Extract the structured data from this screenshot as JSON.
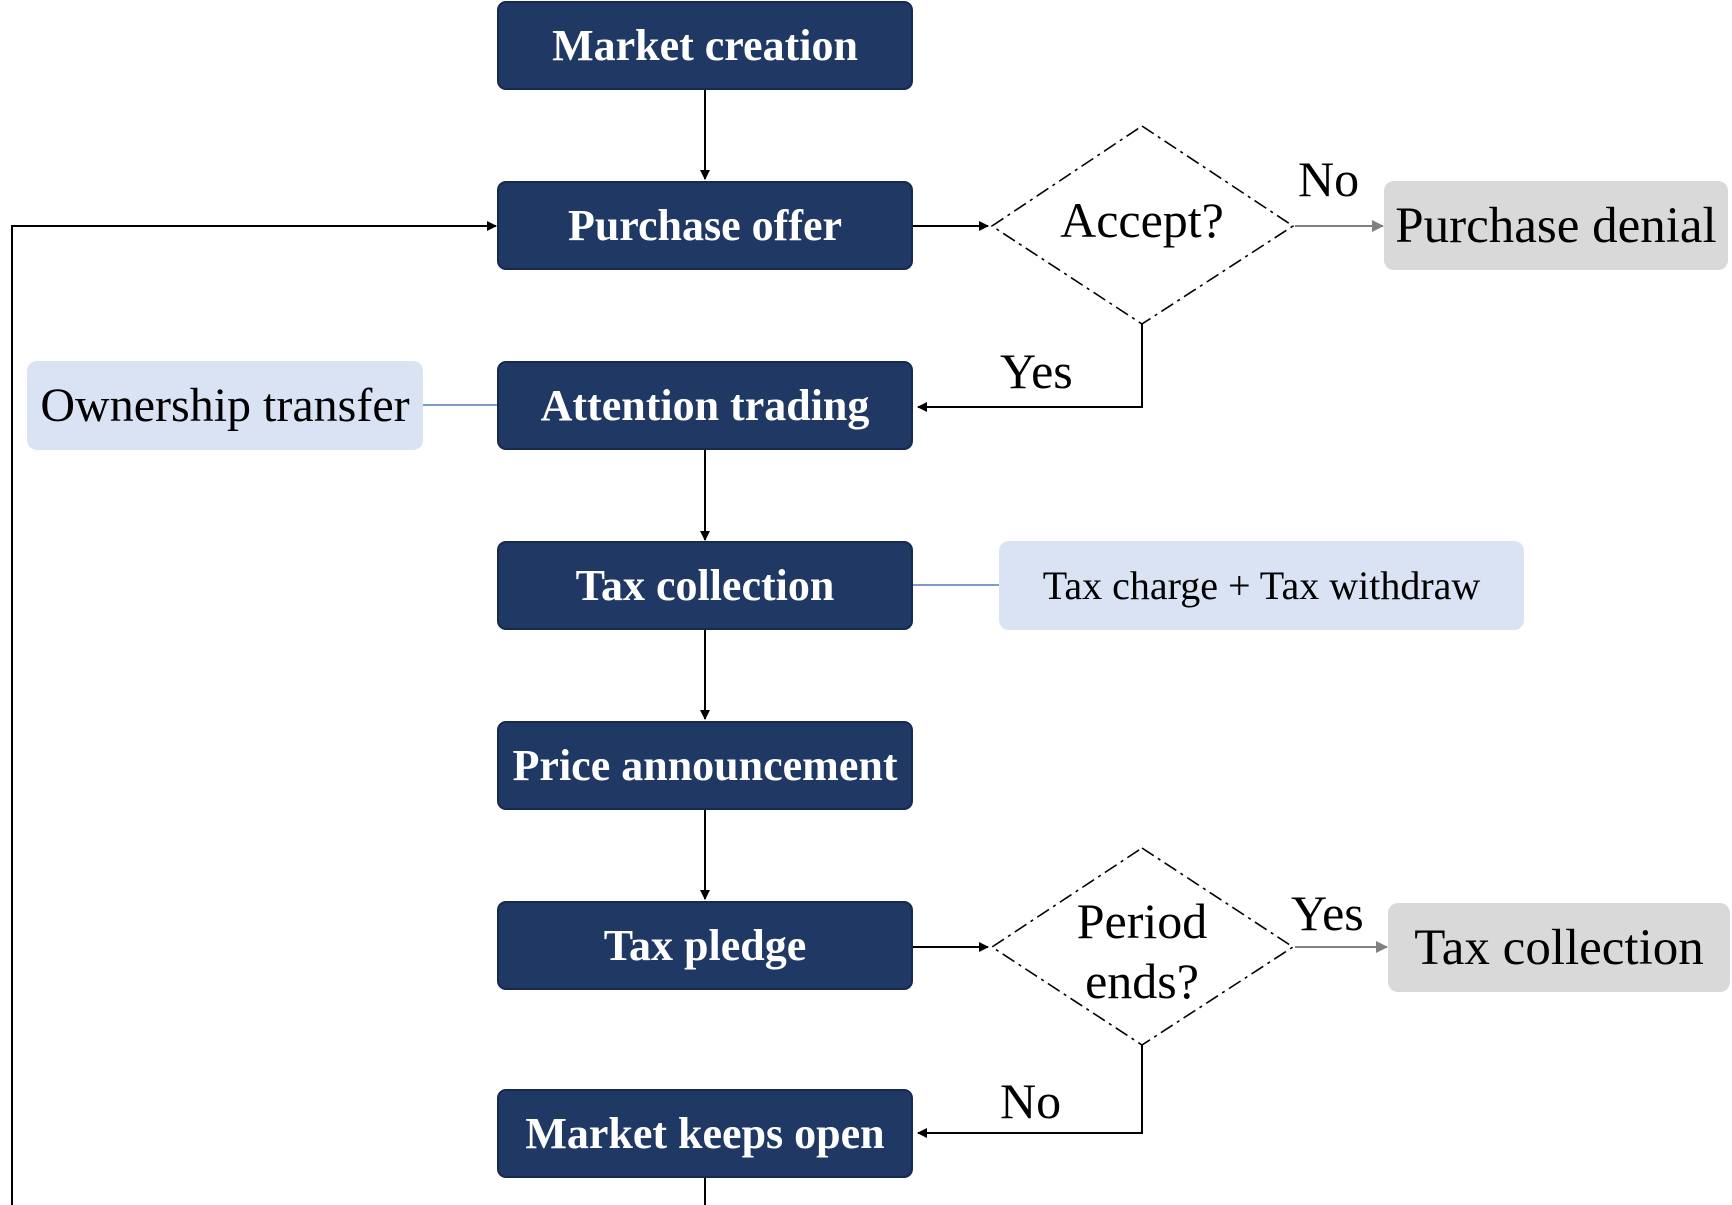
{
  "nodes": {
    "market_creation": "Market creation",
    "purchase_offer": "Purchase offer",
    "attention_trading": "Attention trading",
    "tax_collection": "Tax collection",
    "price_announcement": "Price announcement",
    "tax_pledge": "Tax pledge",
    "market_keeps_open": "Market keeps open"
  },
  "side_notes": {
    "ownership_transfer": "Ownership transfer",
    "tax_charge": "Tax charge + Tax withdraw"
  },
  "decisions": {
    "accept": "Accept?",
    "period_line1": "Period",
    "period_line2": "ends?"
  },
  "outcomes": {
    "purchase_denial": "Purchase denial",
    "tax_collection_out": "Tax collection"
  },
  "edge_labels": {
    "accept_no": "No",
    "accept_yes": "Yes",
    "period_yes": "Yes",
    "period_no": "No"
  },
  "colors": {
    "step_fill": "#1f3864",
    "note_fill": "#dae3f3",
    "outcome_fill": "#d9d9d9",
    "link_line": "#7f9cc9"
  }
}
